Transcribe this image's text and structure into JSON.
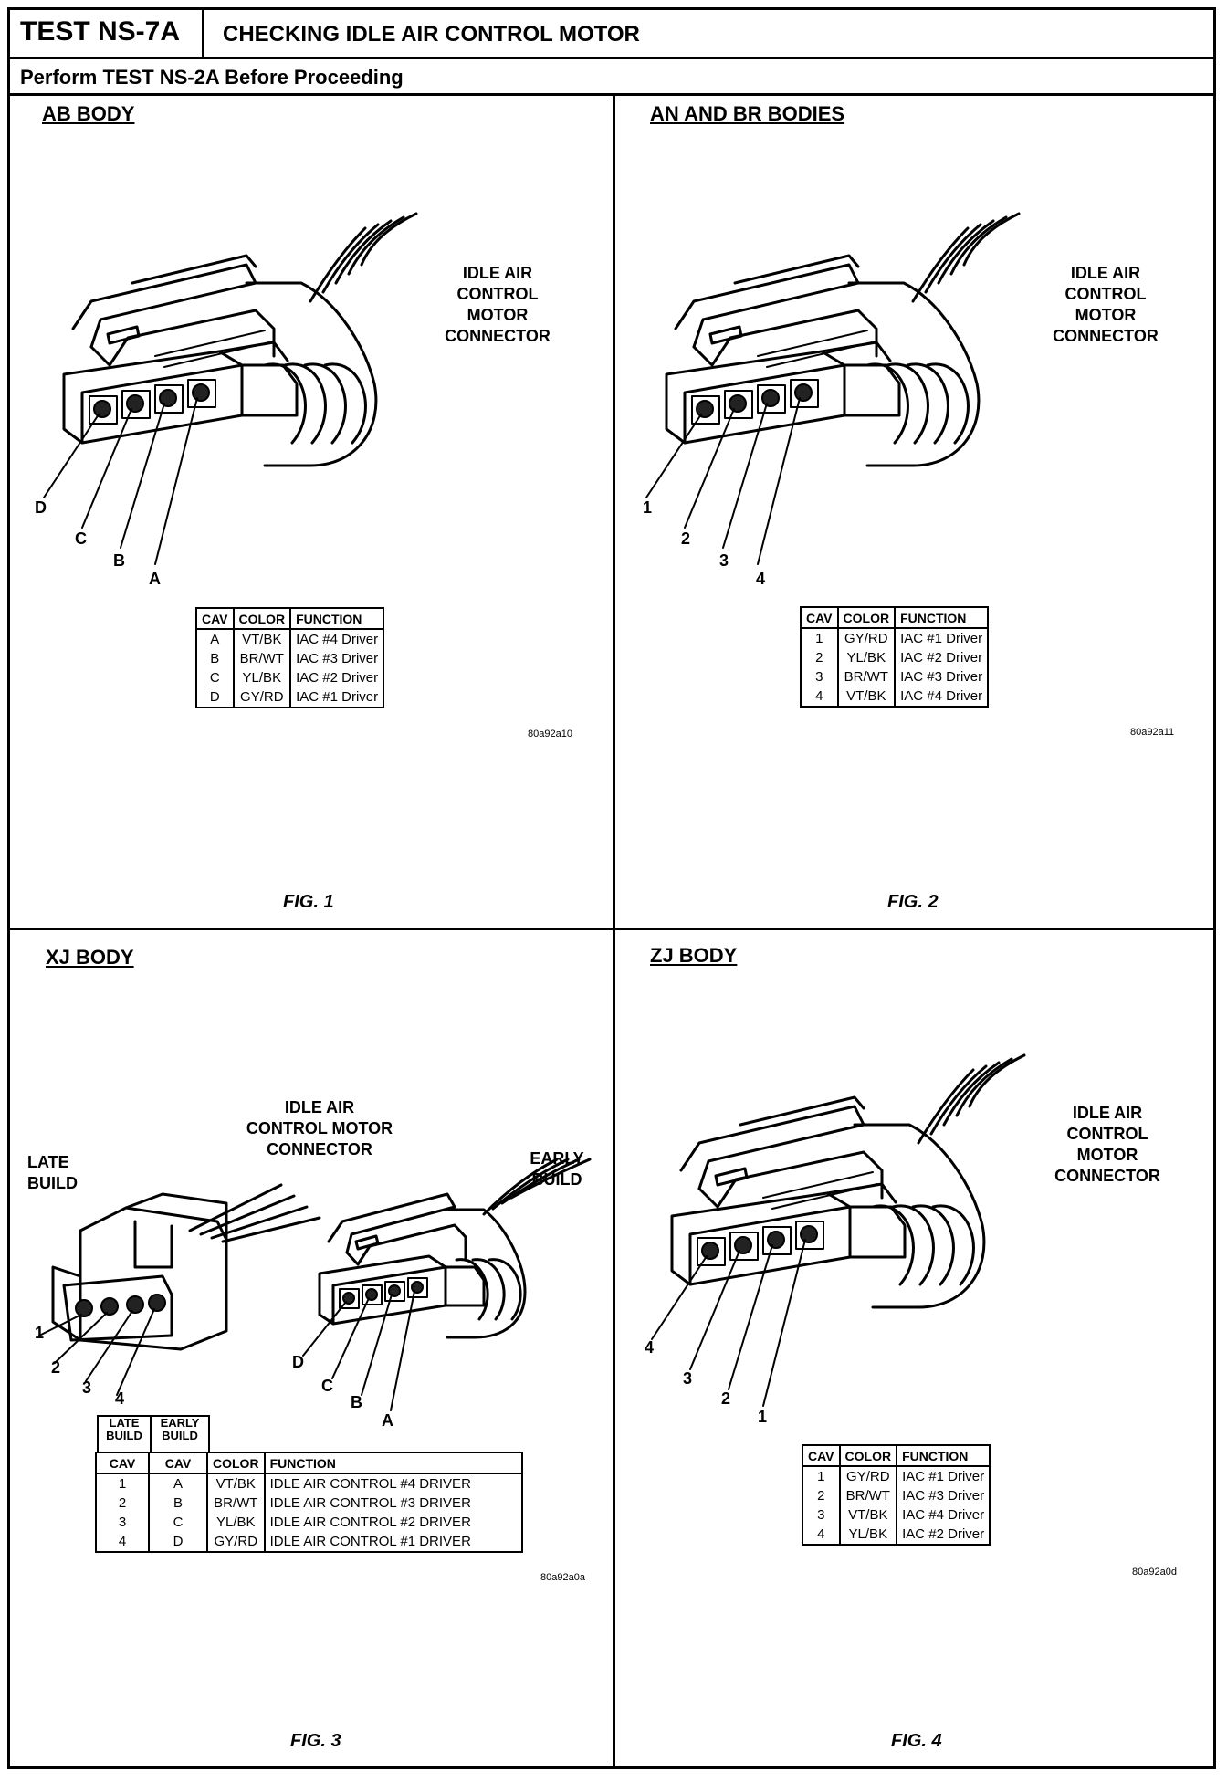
{
  "header": {
    "test_id": "TEST NS-7A",
    "title": "CHECKING IDLE AIR CONTROL MOTOR",
    "subtitle": "Perform TEST NS-2A Before Proceeding"
  },
  "connector_label": [
    "IDLE AIR",
    "CONTROL",
    "MOTOR",
    "CONNECTOR"
  ],
  "connector_label_xj": [
    "IDLE AIR",
    "CONTROL MOTOR",
    "CONNECTOR"
  ],
  "panels": {
    "fig1": {
      "body": "AB BODY",
      "pins": [
        "D",
        "C",
        "B",
        "A"
      ],
      "columns": [
        "CAV",
        "COLOR",
        "FUNCTION"
      ],
      "rows": [
        [
          "A",
          "VT/BK",
          "IAC #4 Driver"
        ],
        [
          "B",
          "BR/WT",
          "IAC #3 Driver"
        ],
        [
          "C",
          "YL/BK",
          "IAC #2 Driver"
        ],
        [
          "D",
          "GY/RD",
          "IAC #1 Driver"
        ]
      ],
      "ref": "80a92a10",
      "fig": "FIG. 1"
    },
    "fig2": {
      "body": "AN AND BR BODIES",
      "pins": [
        "1",
        "2",
        "3",
        "4"
      ],
      "columns": [
        "CAV",
        "COLOR",
        "FUNCTION"
      ],
      "rows": [
        [
          "1",
          "GY/RD",
          "IAC #1 Driver"
        ],
        [
          "2",
          "YL/BK",
          "IAC #2 Driver"
        ],
        [
          "3",
          "BR/WT",
          "IAC #3 Driver"
        ],
        [
          "4",
          "VT/BK",
          "IAC #4 Driver"
        ]
      ],
      "ref": "80a92a11",
      "fig": "FIG. 2"
    },
    "fig3": {
      "body": "XJ BODY",
      "late_build": [
        "LATE",
        "BUILD"
      ],
      "early_build": [
        "EARLY",
        "BUILD"
      ],
      "pins_late": [
        "1",
        "2",
        "3",
        "4"
      ],
      "pins_early": [
        "D",
        "C",
        "B",
        "A"
      ],
      "head_late": [
        "LATE",
        "BUILD"
      ],
      "head_early": [
        "EARLY",
        "BUILD"
      ],
      "columns": [
        "CAV",
        "CAV",
        "COLOR",
        "FUNCTION"
      ],
      "rows": [
        [
          "1",
          "A",
          "VT/BK",
          "IDLE AIR CONTROL #4 DRIVER"
        ],
        [
          "2",
          "B",
          "BR/WT",
          "IDLE AIR CONTROL #3 DRIVER"
        ],
        [
          "3",
          "C",
          "YL/BK",
          "IDLE AIR CONTROL #2 DRIVER"
        ],
        [
          "4",
          "D",
          "GY/RD",
          "IDLE AIR CONTROL #1 DRIVER"
        ]
      ],
      "ref": "80a92a0a",
      "fig": "FIG. 3"
    },
    "fig4": {
      "body": "ZJ BODY",
      "pins": [
        "4",
        "3",
        "2",
        "1"
      ],
      "columns": [
        "CAV",
        "COLOR",
        "FUNCTION"
      ],
      "rows": [
        [
          "1",
          "GY/RD",
          "IAC #1 Driver"
        ],
        [
          "2",
          "BR/WT",
          "IAC #3 Driver"
        ],
        [
          "3",
          "VT/BK",
          "IAC #4 Driver"
        ],
        [
          "4",
          "YL/BK",
          "IAC #2 Driver"
        ]
      ],
      "ref": "80a92a0d",
      "fig": "FIG. 4"
    }
  }
}
